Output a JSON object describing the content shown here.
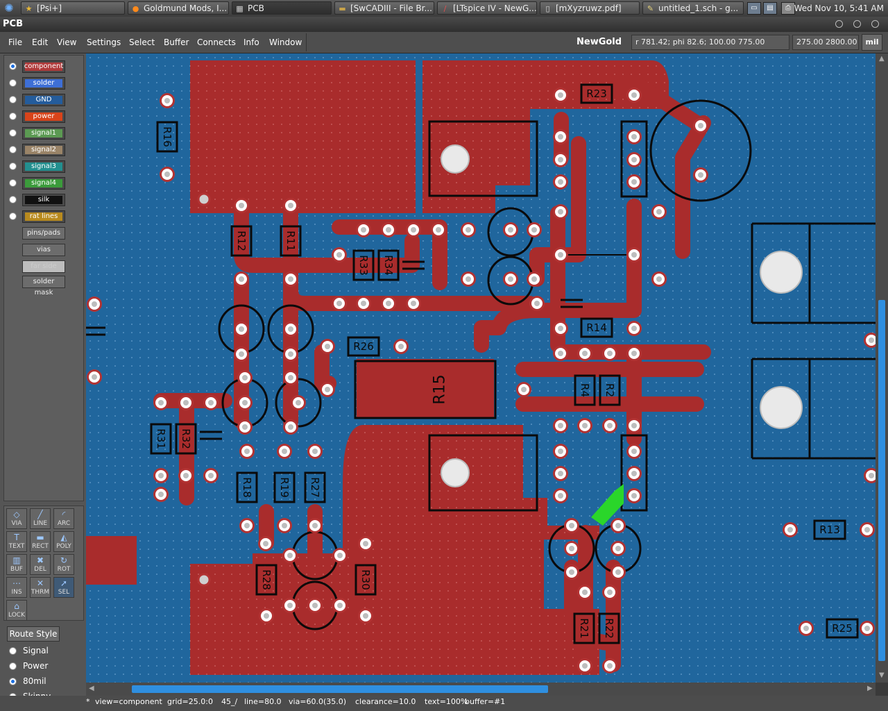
{
  "taskbar": {
    "tasks": [
      {
        "label": "[Psi+]",
        "icon": "star-icon"
      },
      {
        "label": "Goldmund Mods, I...",
        "icon": "firefox-icon"
      },
      {
        "label": "PCB",
        "icon": "pcb-icon"
      },
      {
        "label": "[SwCADIII - File Br...",
        "icon": "folder-icon"
      },
      {
        "label": "[LTspice IV - NewG...",
        "icon": "ltspice-icon"
      },
      {
        "label": "[mXyzruwz.pdf]",
        "icon": "document-icon"
      },
      {
        "label": "untitled_1.sch - g...",
        "icon": "schematic-icon"
      }
    ],
    "clock": "Wed Nov 10,  5:41 AM"
  },
  "window": {
    "title": "PCB"
  },
  "menubar": {
    "items": [
      "File",
      "Edit",
      "View",
      "Settings",
      "Select",
      "Buffer",
      "Connects",
      "Info",
      "Window"
    ],
    "board_name": "NewGold",
    "cursor_readout": "r 781.42; phi 82.6; 100.00 775.00",
    "position_readout": "275.00 2800.00",
    "units": "mil"
  },
  "layers": [
    {
      "name": "component",
      "color": "#b03a3a",
      "selected": true
    },
    {
      "name": "solder",
      "color": "#3e6fd6",
      "selected": false
    },
    {
      "name": "GND",
      "color": "#245c9c",
      "selected": false
    },
    {
      "name": "power",
      "color": "#d8441a",
      "selected": false
    },
    {
      "name": "signal1",
      "color": "#5b9a52",
      "selected": false
    },
    {
      "name": "signal2",
      "color": "#9a8468",
      "selected": false
    },
    {
      "name": "signal3",
      "color": "#238f8f",
      "selected": false
    },
    {
      "name": "signal4",
      "color": "#3b9b3b",
      "selected": false
    },
    {
      "name": "silk",
      "color": "#111111",
      "selected": false
    },
    {
      "name": "rat lines",
      "color": "#b88a1e",
      "selected": false
    }
  ],
  "layer_extras": [
    "pins/pads",
    "vias",
    "far side",
    "solder mask"
  ],
  "tools": [
    {
      "label": "VIA",
      "glyph": "◇",
      "icon": "via-icon"
    },
    {
      "label": "LINE",
      "glyph": "╱",
      "icon": "line-icon"
    },
    {
      "label": "ARC",
      "glyph": "◜",
      "icon": "arc-icon"
    },
    {
      "label": "TEXT",
      "glyph": "T",
      "icon": "text-icon"
    },
    {
      "label": "RECT",
      "glyph": "▬",
      "icon": "rect-icon"
    },
    {
      "label": "POLY",
      "glyph": "◭",
      "icon": "poly-icon"
    },
    {
      "label": "BUF",
      "glyph": "▥",
      "icon": "buffer-icon"
    },
    {
      "label": "DEL",
      "glyph": "✖",
      "icon": "delete-icon"
    },
    {
      "label": "ROT",
      "glyph": "↻",
      "icon": "rotate-icon"
    },
    {
      "label": "INS",
      "glyph": "⋯",
      "icon": "insert-icon"
    },
    {
      "label": "THRM",
      "glyph": "✕",
      "icon": "thermal-icon"
    },
    {
      "label": "SEL",
      "glyph": "➚",
      "icon": "select-icon",
      "selected": true
    },
    {
      "label": "LOCK",
      "glyph": "⌂",
      "icon": "lock-icon"
    }
  ],
  "route_style": {
    "button": "Route Style",
    "options": [
      {
        "label": "Signal",
        "selected": false
      },
      {
        "label": "Power",
        "selected": false
      },
      {
        "label": "80mil",
        "selected": true
      },
      {
        "label": "Skinny",
        "selected": false
      }
    ]
  },
  "statusbar": {
    "marker": "*",
    "view": "view=component",
    "grid": "grid=25.0:0",
    "angle": "45_/",
    "line": "line=80.0",
    "via": "via=60.0(35.0)",
    "clearance": "clearance=10.0",
    "text": "text=100%",
    "buffer": "buffer=#1"
  },
  "board": {
    "colors": {
      "background": "#20669d",
      "copper": "#a92c2c",
      "silk": "#0a0a0a",
      "pad": "#d9d9d9",
      "highlight": "#2ad62a"
    },
    "refdes": [
      "R16",
      "R12",
      "R11",
      "R33",
      "R34",
      "R26",
      "R15",
      "R14",
      "R31",
      "R32",
      "R18",
      "R19",
      "R27",
      "R28",
      "R30",
      "R13",
      "R21",
      "R22",
      "R23",
      "R25",
      "R4",
      "R2"
    ]
  }
}
